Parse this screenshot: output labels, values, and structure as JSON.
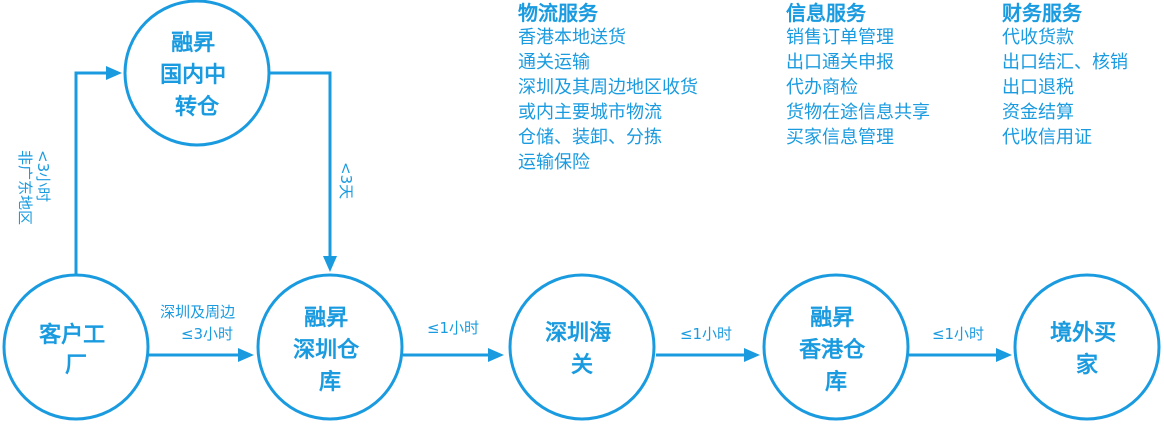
{
  "colors": {
    "accent": "#1a9be0",
    "background": "#ffffff"
  },
  "nodes": {
    "factory": {
      "lines": [
        "客户工",
        "厂"
      ]
    },
    "domestic": {
      "lines": [
        "融昇",
        "国内中",
        "转仓"
      ]
    },
    "shenzhen": {
      "lines": [
        "融昇",
        "深圳仓",
        "库"
      ]
    },
    "customs": {
      "lines": [
        "深圳海",
        "关"
      ]
    },
    "hongkong": {
      "lines": [
        "融昇",
        "香港仓",
        "库"
      ]
    },
    "buyer": {
      "lines": [
        "境外买",
        "家"
      ]
    }
  },
  "edges": {
    "factory_to_domestic": {
      "lines": [
        "<3小时",
        "非广东地区"
      ]
    },
    "domestic_to_shenzhen": {
      "lines": [
        "<3天"
      ]
    },
    "factory_to_shenzhen": {
      "lines": [
        "深圳及周边",
        "≤3小时"
      ]
    },
    "shenzhen_to_customs": {
      "lines": [
        "≤1小时"
      ]
    },
    "customs_to_hongkong": {
      "lines": [
        "≤1小时"
      ]
    },
    "hongkong_to_buyer": {
      "lines": [
        "≤1小时"
      ]
    }
  },
  "services": {
    "logistics": {
      "title": "物流服务",
      "items": [
        "香港本地送货",
        "通关运输",
        "深圳及其周边地区收货",
        "或内主要城市物流",
        "仓储、装卸、分拣",
        "运输保险"
      ]
    },
    "information": {
      "title": "信息服务",
      "items": [
        "销售订单管理",
        "出口通关申报",
        "代办商检",
        "货物在途信息共享",
        "买家信息管理"
      ]
    },
    "finance": {
      "title": "财务服务",
      "items": [
        "代收货款",
        "出口结汇、核销",
        "出口退税",
        "资金结算",
        "代收信用证"
      ]
    }
  }
}
